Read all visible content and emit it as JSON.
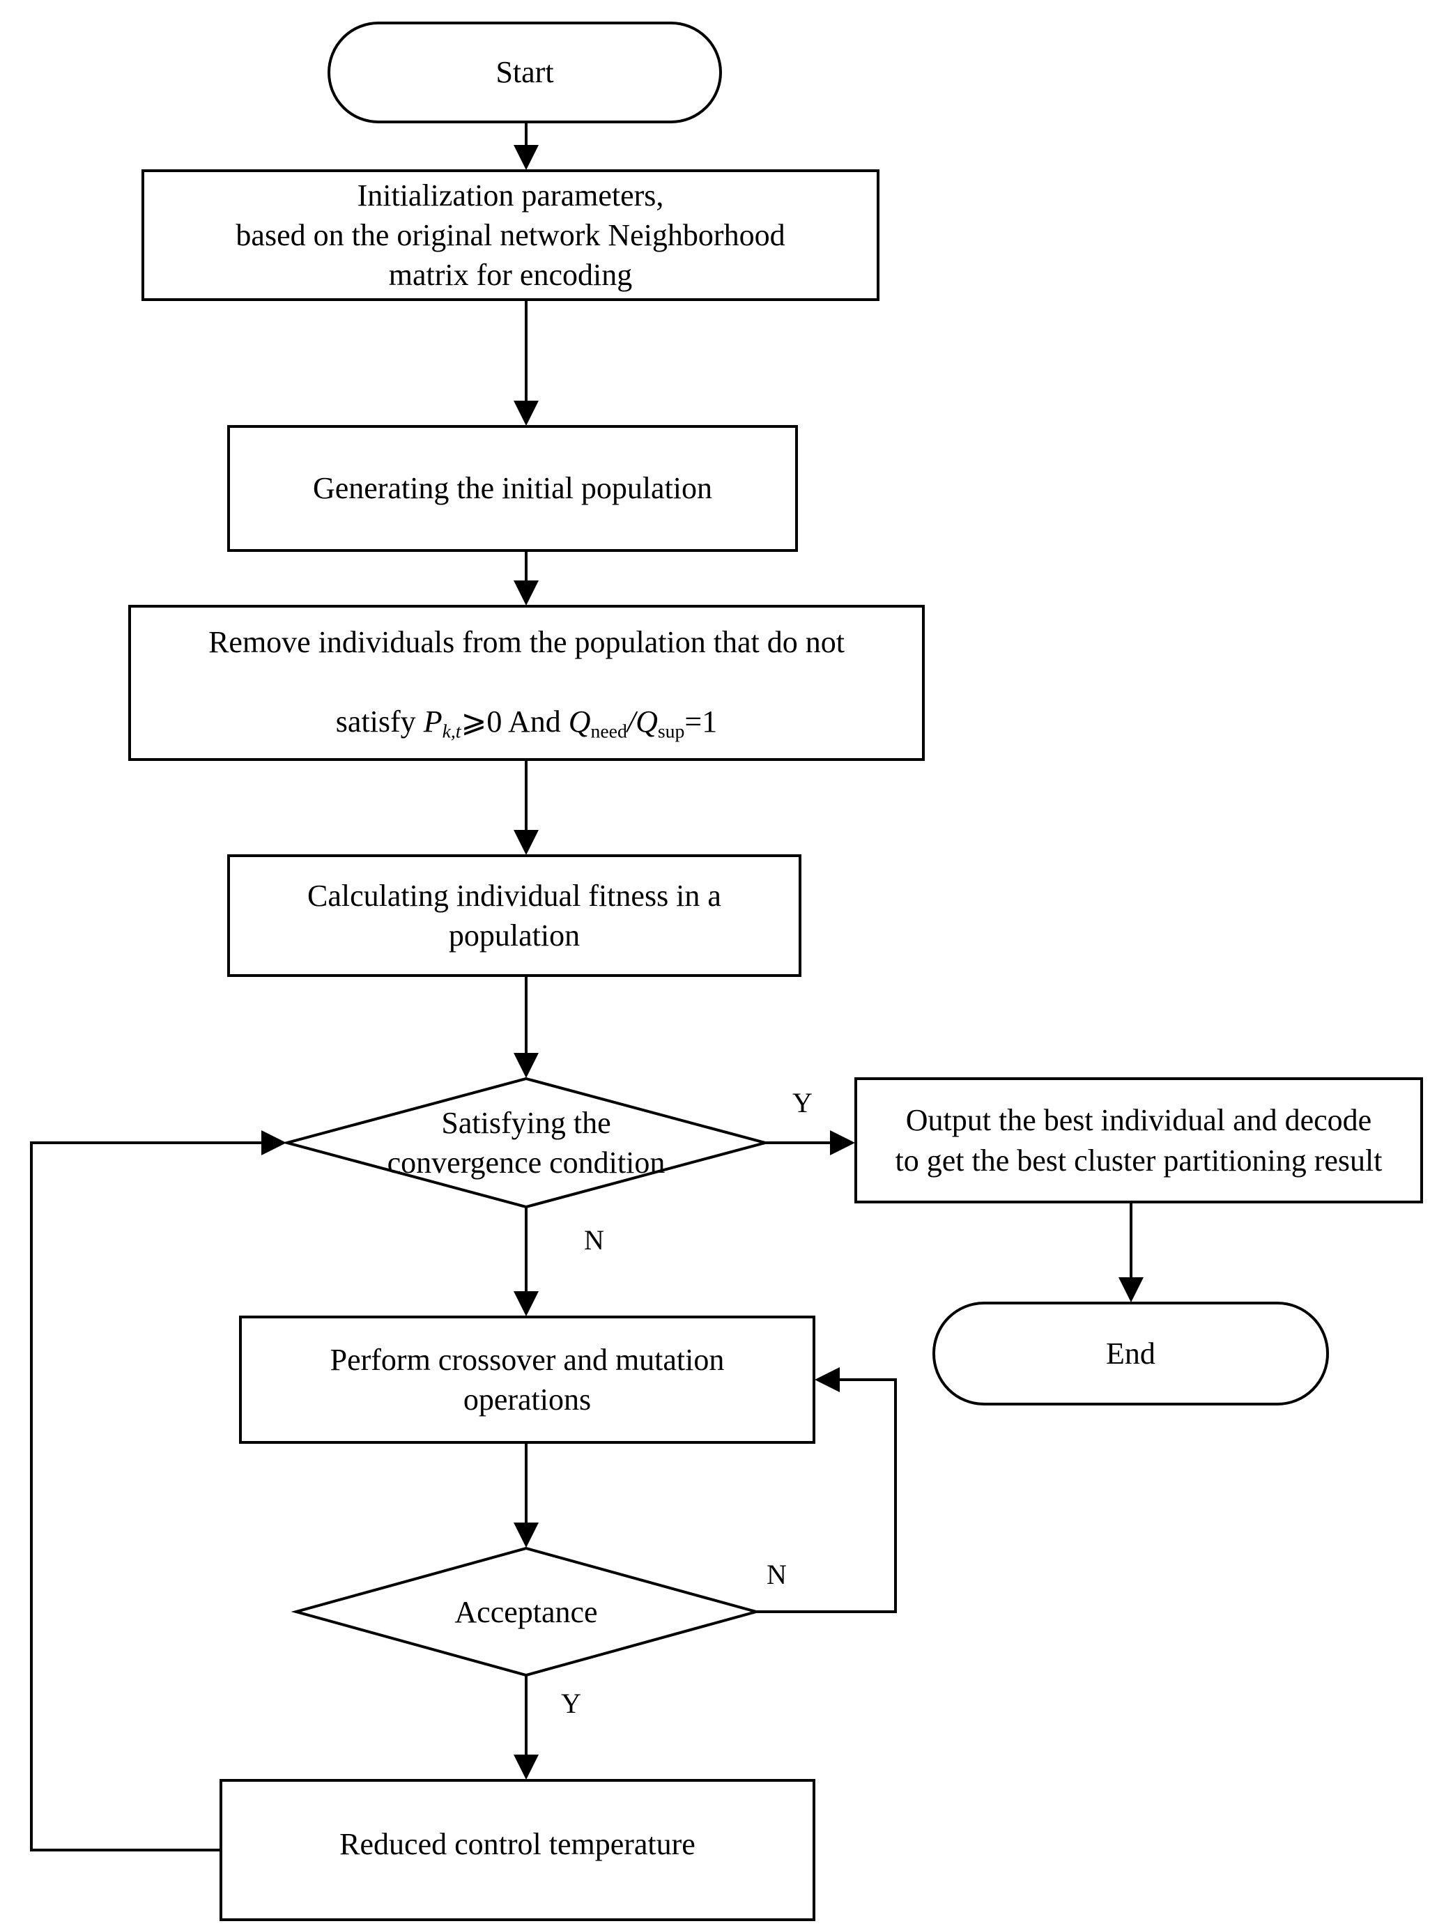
{
  "diagram": {
    "type": "flowchart",
    "title": "Genetic simulated annealing algorithm flowchart",
    "background_color": "#ffffff",
    "line_color": "#000000",
    "text_color": "#000000"
  },
  "nodes": {
    "start": {
      "label": "Start",
      "shape": "terminator"
    },
    "initialization": {
      "label": "Initialization parameters,\nbased on the original network Neighborhood\nmatrix for encoding",
      "shape": "process"
    },
    "generate_population": {
      "label": "Generating the initial population",
      "shape": "process"
    },
    "remove_individuals": {
      "label_line1": "Remove individuals from the population that do not",
      "label_line2_prefix": "satisfy ",
      "var_p": "P",
      "var_p_sub": "k,t",
      "cond_p": "⩾0 And ",
      "var_q1": "Q",
      "var_q1_sub": "need",
      "slash": "/",
      "var_q2": "Q",
      "var_q2_sub": "sup",
      "cond_q": "=1",
      "plain_text": "Remove individuals from the population that do not satisfy Pk,t⩾0 And Qneed/Qsup=1",
      "shape": "process"
    },
    "calculate_fitness": {
      "label": "Calculating individual fitness in a\npopulation",
      "shape": "process"
    },
    "convergence_decision": {
      "label": "Satisfying the\nconvergence condition",
      "shape": "decision"
    },
    "output_best": {
      "label": "Output the best individual and decode\nto get the best cluster partitioning result",
      "shape": "process"
    },
    "end": {
      "label": "End",
      "shape": "terminator"
    },
    "crossover_mutation": {
      "label": "Perform crossover and mutation\noperations",
      "shape": "process"
    },
    "acceptance_decision": {
      "label": "Acceptance",
      "shape": "decision"
    },
    "reduce_temperature": {
      "label": "Reduced control temperature",
      "shape": "process"
    }
  },
  "edge_labels": {
    "convergence_yes": "Y",
    "convergence_no": "N",
    "acceptance_no": "N",
    "acceptance_yes": "Y"
  }
}
